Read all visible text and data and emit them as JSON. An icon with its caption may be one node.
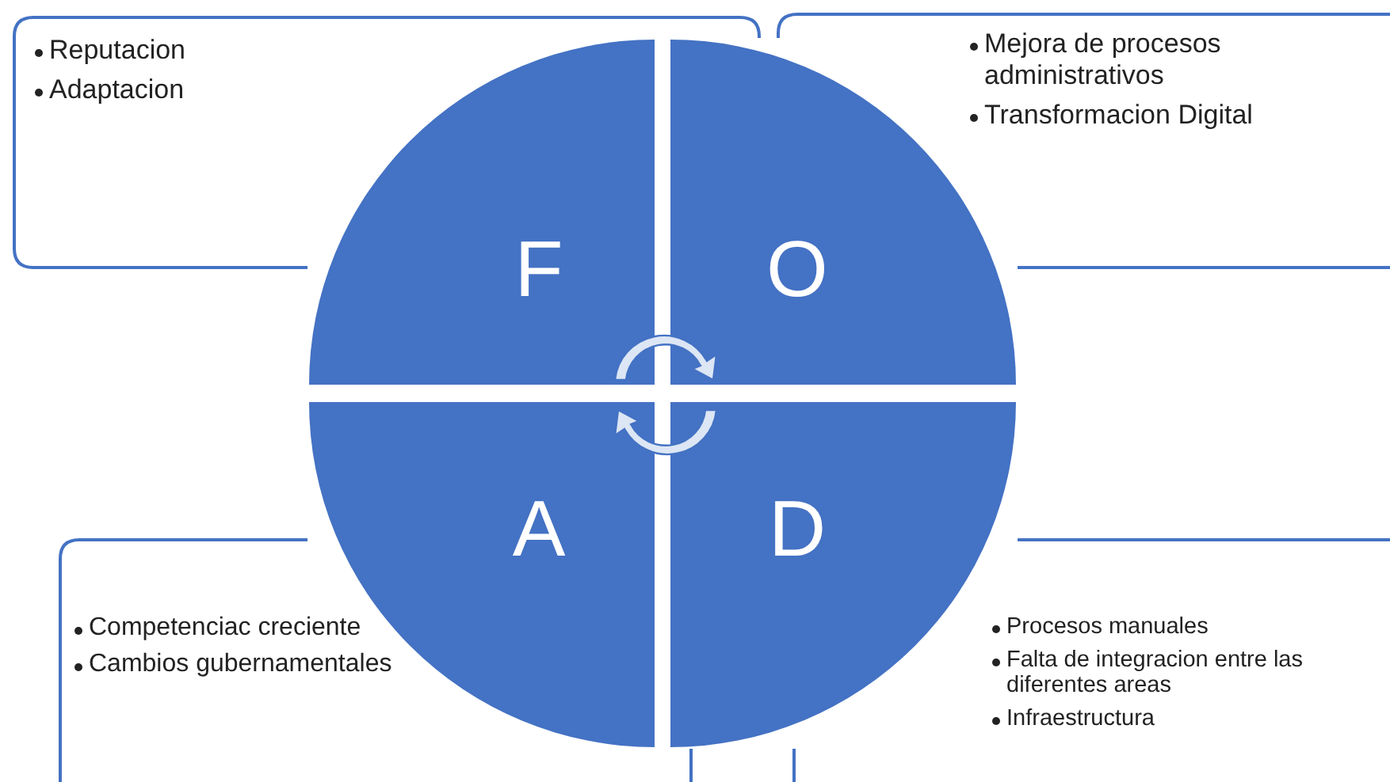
{
  "diagram": {
    "nodes": [
      {
        "text": [
          "Reputacion",
          "Adaptacion"
        ]
      },
      {
        "text": [
          "Mejora de procesos administrativos",
          "Transformacion Digital"
        ]
      },
      {
        "text": [
          "Competenciac creciente",
          "Cambios gubernamentales"
        ]
      },
      {
        "text": [
          "Procesos manuales",
          "Falta de integracion entre las diferentes areas",
          "Infraestructura"
        ]
      },
      {
        "text": [
          "F"
        ]
      },
      {
        "text": [
          "O"
        ]
      },
      {
        "text": [
          "A"
        ]
      },
      {
        "text": [
          "D"
        ]
      }
    ]
  }
}
